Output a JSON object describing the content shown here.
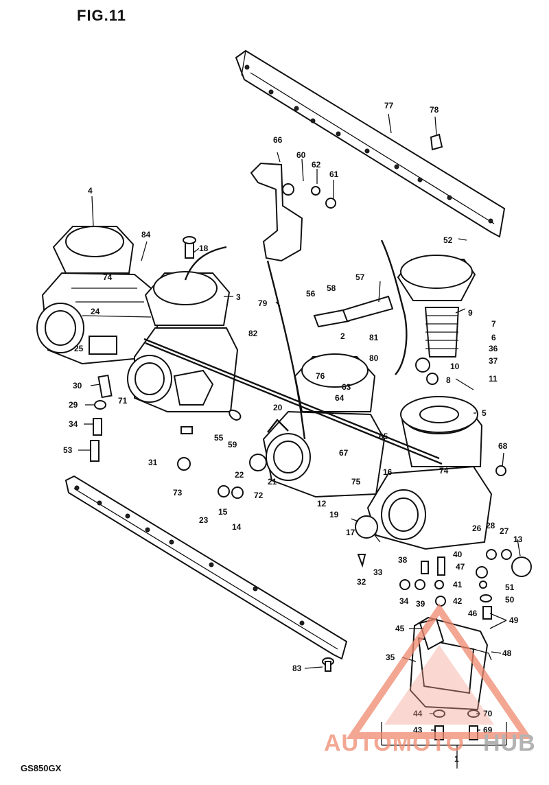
{
  "figure_title": "FIG.11",
  "model_code": "GS850GX",
  "watermark": {
    "text_part1": "AUTOMOTO",
    "text_part2": "HUB",
    "color_primary": "#f08a70",
    "color_secondary": "#9a9a9a"
  },
  "callouts": [
    {
      "num": "4"
    },
    {
      "num": "84"
    },
    {
      "num": "18"
    },
    {
      "num": "3"
    },
    {
      "num": "74"
    },
    {
      "num": "24"
    },
    {
      "num": "25"
    },
    {
      "num": "30"
    },
    {
      "num": "29"
    },
    {
      "num": "34"
    },
    {
      "num": "53"
    },
    {
      "num": "71"
    },
    {
      "num": "31"
    },
    {
      "num": "73"
    },
    {
      "num": "23"
    },
    {
      "num": "15"
    },
    {
      "num": "14"
    },
    {
      "num": "55"
    },
    {
      "num": "59"
    },
    {
      "num": "22"
    },
    {
      "num": "72"
    },
    {
      "num": "21"
    },
    {
      "num": "20"
    },
    {
      "num": "82"
    },
    {
      "num": "79"
    },
    {
      "num": "66"
    },
    {
      "num": "60"
    },
    {
      "num": "62"
    },
    {
      "num": "61"
    },
    {
      "num": "56"
    },
    {
      "num": "58"
    },
    {
      "num": "57"
    },
    {
      "num": "77"
    },
    {
      "num": "78"
    },
    {
      "num": "52"
    },
    {
      "num": "9"
    },
    {
      "num": "7"
    },
    {
      "num": "6"
    },
    {
      "num": "36"
    },
    {
      "num": "37"
    },
    {
      "num": "10"
    },
    {
      "num": "8"
    },
    {
      "num": "11"
    },
    {
      "num": "81"
    },
    {
      "num": "80"
    },
    {
      "num": "5"
    },
    {
      "num": "2"
    },
    {
      "num": "76"
    },
    {
      "num": "63"
    },
    {
      "num": "64"
    },
    {
      "num": "65"
    },
    {
      "num": "67"
    },
    {
      "num": "68"
    },
    {
      "num": "74"
    },
    {
      "num": "16"
    },
    {
      "num": "75"
    },
    {
      "num": "12"
    },
    {
      "num": "19"
    },
    {
      "num": "17"
    },
    {
      "num": "26"
    },
    {
      "num": "28"
    },
    {
      "num": "27"
    },
    {
      "num": "13"
    },
    {
      "num": "33"
    },
    {
      "num": "32"
    },
    {
      "num": "38"
    },
    {
      "num": "40"
    },
    {
      "num": "47"
    },
    {
      "num": "41"
    },
    {
      "num": "51"
    },
    {
      "num": "34"
    },
    {
      "num": "39"
    },
    {
      "num": "42"
    },
    {
      "num": "50"
    },
    {
      "num": "46"
    },
    {
      "num": "49"
    },
    {
      "num": "45"
    },
    {
      "num": "48"
    },
    {
      "num": "35"
    },
    {
      "num": "44"
    },
    {
      "num": "70"
    },
    {
      "num": "43"
    },
    {
      "num": "69"
    },
    {
      "num": "1"
    },
    {
      "num": "83"
    }
  ]
}
